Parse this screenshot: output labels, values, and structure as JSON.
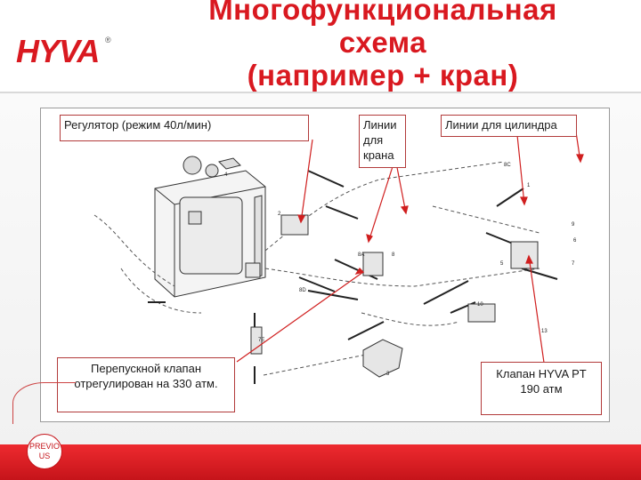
{
  "header": {
    "title_line1": "Многофункциональная",
    "title_line2": "схема",
    "title_line3": "(например + кран)"
  },
  "logo": {
    "text": "HYVA",
    "mark": "®",
    "color": "#d91920"
  },
  "callouts": {
    "regulator": "Регулятор (режим 40л/мин)",
    "crane_lines": "Линии для крана",
    "cylinder_lines": "Линии для цилиндра",
    "bypass_valve": "Перепускной клапан отрегулирован на 330 атм.",
    "hyva_valve": "Клапан HYVA PT 190 атм"
  },
  "diagram_labels": {
    "n1": "1",
    "n2": "2",
    "n3": "3",
    "n4": "4",
    "n5": "5",
    "n6": "6",
    "n7": "7",
    "n8": "8",
    "n8a": "8A",
    "n8c": "8C",
    "n8d": "8D",
    "n9": "9",
    "n10": "10",
    "n13": "13",
    "n7e": "7E"
  },
  "nav": {
    "previous_label": "PREVIO US"
  },
  "colors": {
    "accent": "#d91920",
    "band": "#e11f26",
    "line": "#cc2020"
  }
}
